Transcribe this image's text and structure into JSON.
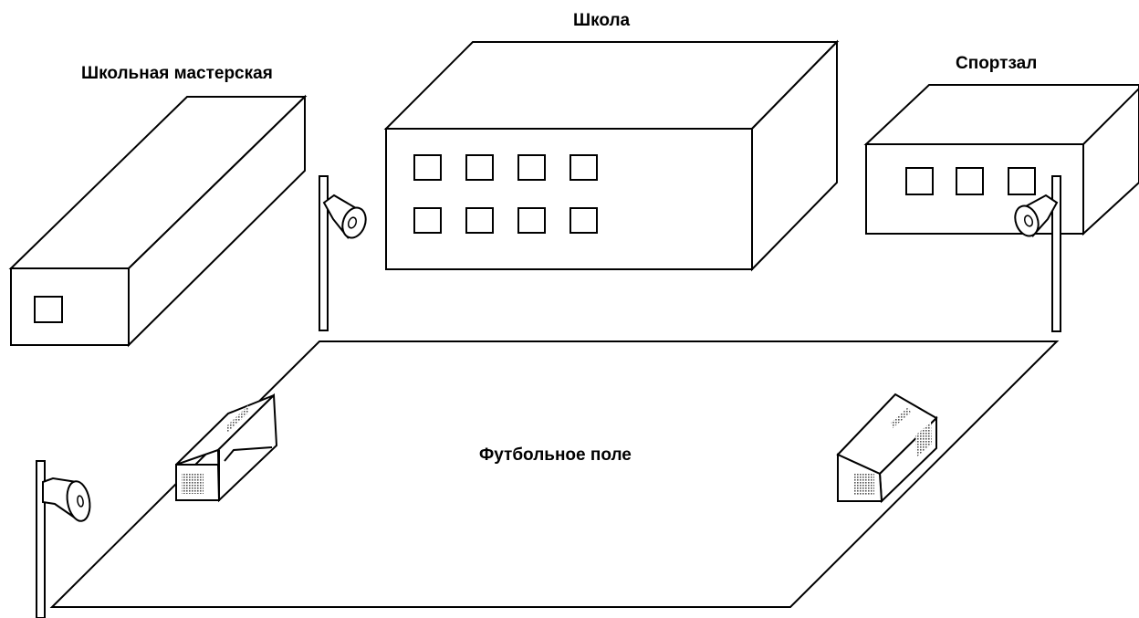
{
  "labels": {
    "workshop": "Школьная мастерская",
    "school": "Школа",
    "gym": "Спортзал",
    "field": "Футбольное поле"
  },
  "colors": {
    "line": "#000000",
    "background": "#ffffff",
    "grille": "#555555"
  },
  "icons": {
    "loudspeaker": "loudspeaker-icon",
    "speaker_box": "speaker-box-icon"
  }
}
